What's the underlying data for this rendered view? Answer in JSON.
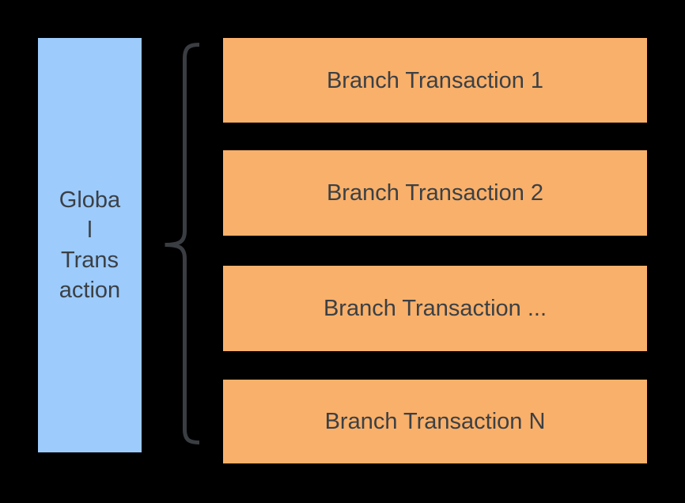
{
  "colors": {
    "background": "#000000",
    "global_fill": "#9CCBFC",
    "branch_fill": "#F9B06A",
    "text": "#3B4045",
    "brace": "#3A3D41"
  },
  "global_transaction": {
    "label": "Global Transaction",
    "lines": [
      "Globa",
      "l",
      "Trans",
      "action"
    ]
  },
  "branch_transactions": [
    "Branch Transaction 1",
    "Branch Transaction 2",
    "Branch Transaction ...",
    "Branch Transaction N"
  ]
}
